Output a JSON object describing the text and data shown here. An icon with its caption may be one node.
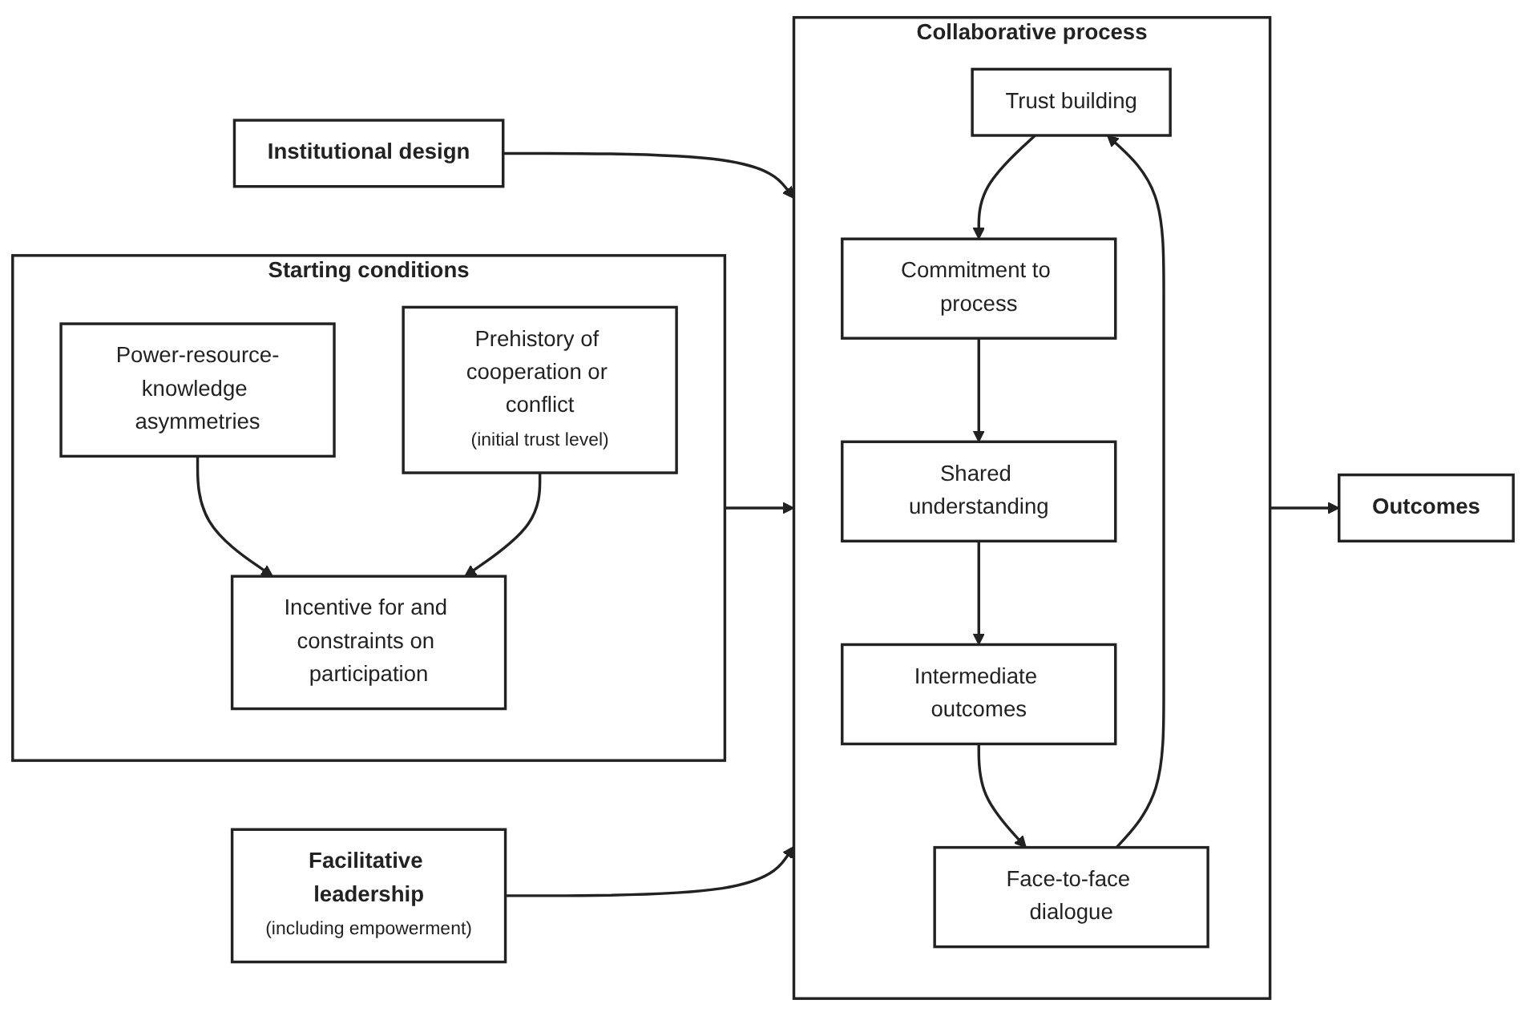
{
  "diagram": {
    "nodes": [
      {
        "text": [
          "Institutional design"
        ]
      },
      {
        "text": [
          "Starting conditions"
        ]
      },
      {
        "text": [
          "Power-resource-knowledge asymmetries"
        ],
        "in": 1
      },
      {
        "text": [
          "Incentive for and constraints on participation"
        ],
        "in": 1
      },
      {
        "text": [
          "Prehistory of cooperation or conflict",
          "(initial trust level)"
        ],
        "in": 1
      },
      {
        "text": [
          "Collaborative process"
        ]
      },
      {
        "text": [
          "Trust building"
        ],
        "in": 5
      },
      {
        "text": [
          "Commitment to process"
        ],
        "in": 5
      },
      {
        "text": [
          "Face-to-face dialogue"
        ],
        "in": 5
      },
      {
        "text": [
          "Intermediate outcomes"
        ],
        "in": 5
      },
      {
        "text": [
          "Shared understanding"
        ],
        "in": 5
      },
      {
        "text": [
          "Outcomes"
        ]
      },
      {
        "text": [
          "Facilitative leadership",
          "(including empowerment)"
        ]
      }
    ],
    "edges": [
      {
        "from": 0,
        "to": 5,
        "arrow": "to"
      },
      {
        "from": 2,
        "to": 3,
        "arrow": "to"
      },
      {
        "from": 4,
        "to": 3,
        "arrow": "to"
      },
      {
        "from": 1,
        "to": 5,
        "arrow": "to"
      },
      {
        "from": 8,
        "to": 6,
        "arrow": "to"
      },
      {
        "from": 6,
        "to": 7,
        "arrow": "to"
      },
      {
        "from": 7,
        "to": 10,
        "arrow": "to"
      },
      {
        "from": 10,
        "to": 9,
        "arrow": "to"
      },
      {
        "from": 9,
        "to": 8,
        "arrow": "to"
      },
      {
        "from": 5,
        "to": 11,
        "arrow": "to"
      },
      {
        "from": 12,
        "to": 5,
        "arrow": "to"
      }
    ]
  }
}
